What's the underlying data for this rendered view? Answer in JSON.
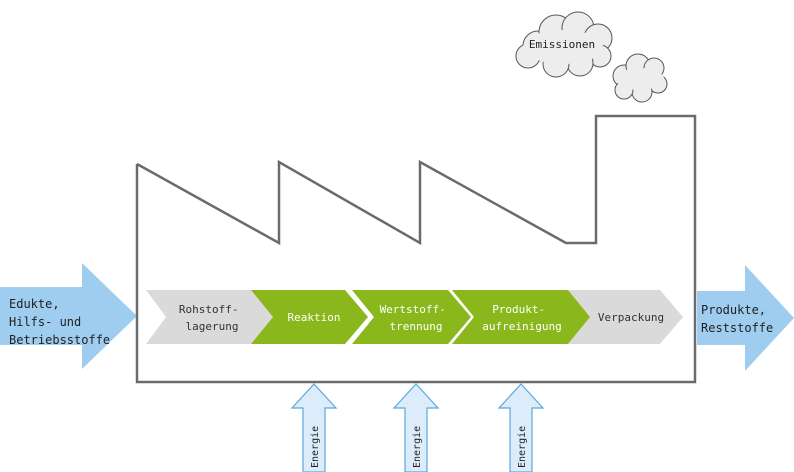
{
  "input": {
    "lines": [
      "Edukte,",
      "Hilfs- und",
      "Betriebsstoffe"
    ]
  },
  "output": {
    "lines": [
      "Produkte,",
      "Reststoffe"
    ]
  },
  "emissions": {
    "label": "Emissionen"
  },
  "process_steps": [
    {
      "lines": [
        "Rohstoff-",
        "lagerung"
      ],
      "highlighted": false
    },
    {
      "lines": [
        "Reaktion"
      ],
      "highlighted": true
    },
    {
      "lines": [
        "Wertstoff-",
        "trennung"
      ],
      "highlighted": true
    },
    {
      "lines": [
        "Produkt-",
        "aufreinigung"
      ],
      "highlighted": true
    },
    {
      "lines": [
        "Verpackung"
      ],
      "highlighted": false
    }
  ],
  "energy_inputs": [
    {
      "label": "Energie"
    },
    {
      "label": "Energie"
    },
    {
      "label": "Energie"
    }
  ],
  "colors": {
    "arrow_blue": "#9ecdf0",
    "energy_fill": "#dcecfa",
    "energy_stroke": "#5aa8dc",
    "step_green": "#8ab81c",
    "step_grey": "#dadada",
    "building_stroke": "#6b6b6b",
    "cloud_fill": "#ededed",
    "text_dark": "#333333",
    "text_light": "#ffffff"
  }
}
